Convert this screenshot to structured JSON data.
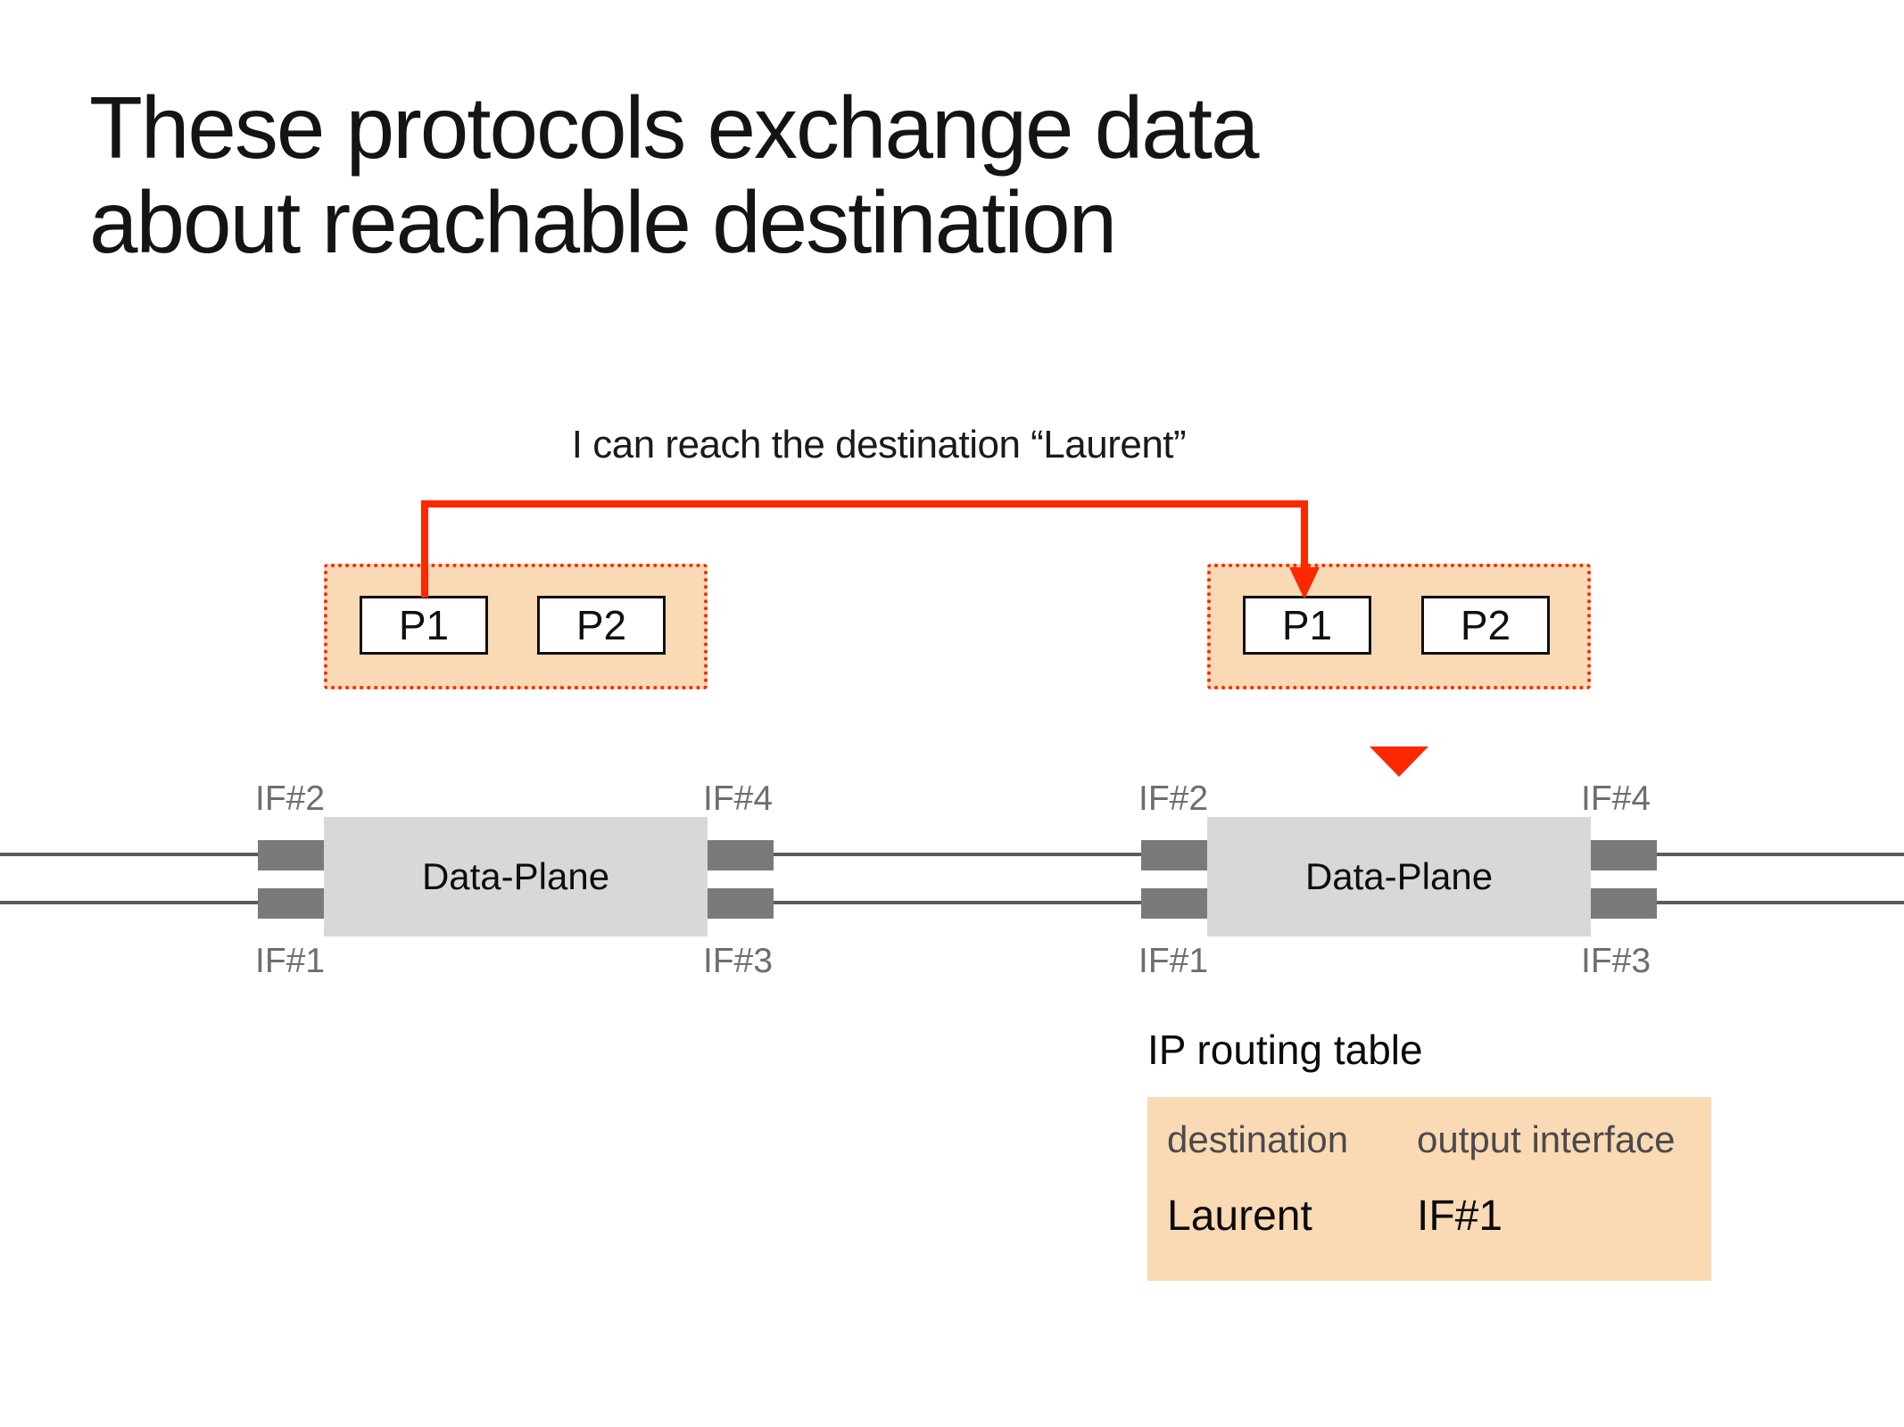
{
  "title": {
    "line1": "These protocols exchange data",
    "line2": "about reachable destination"
  },
  "annotation": "I can reach the destination “Laurent”",
  "routers": {
    "left": {
      "protocols": {
        "p1": "P1",
        "p2": "P2"
      },
      "data_plane": "Data-Plane",
      "interfaces": {
        "if1": "IF#1",
        "if2": "IF#2",
        "if3": "IF#3",
        "if4": "IF#4"
      }
    },
    "right": {
      "protocols": {
        "p1": "P1",
        "p2": "P2"
      },
      "data_plane": "Data-Plane",
      "interfaces": {
        "if1": "IF#1",
        "if2": "IF#2",
        "if3": "IF#3",
        "if4": "IF#4"
      }
    }
  },
  "routing_table": {
    "label": "IP routing table",
    "columns": {
      "destination": "destination",
      "output_interface": "output interface"
    },
    "rows": {
      "row1": {
        "destination": "Laurent",
        "output_interface": "IF#1"
      }
    }
  },
  "colors": {
    "red": "#fb2800",
    "orange_fill": "#fad9b5",
    "gray_box": "#d8d8d8",
    "connector_bar": "#7a7a7a",
    "link_line": "#5b5b5b",
    "if_label_text": "#6e6e6e",
    "table_header_text": "#4a4a4a"
  }
}
